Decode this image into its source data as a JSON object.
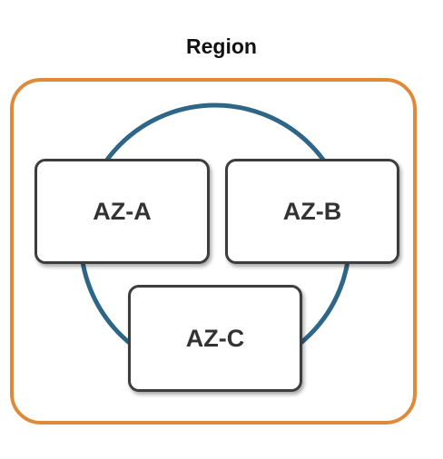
{
  "region": {
    "title": "Region",
    "border_color": "#df8a3a"
  },
  "ring": {
    "color": "#2e6688"
  },
  "zones": [
    {
      "label": "AZ-A"
    },
    {
      "label": "AZ-B"
    },
    {
      "label": "AZ-C"
    }
  ]
}
